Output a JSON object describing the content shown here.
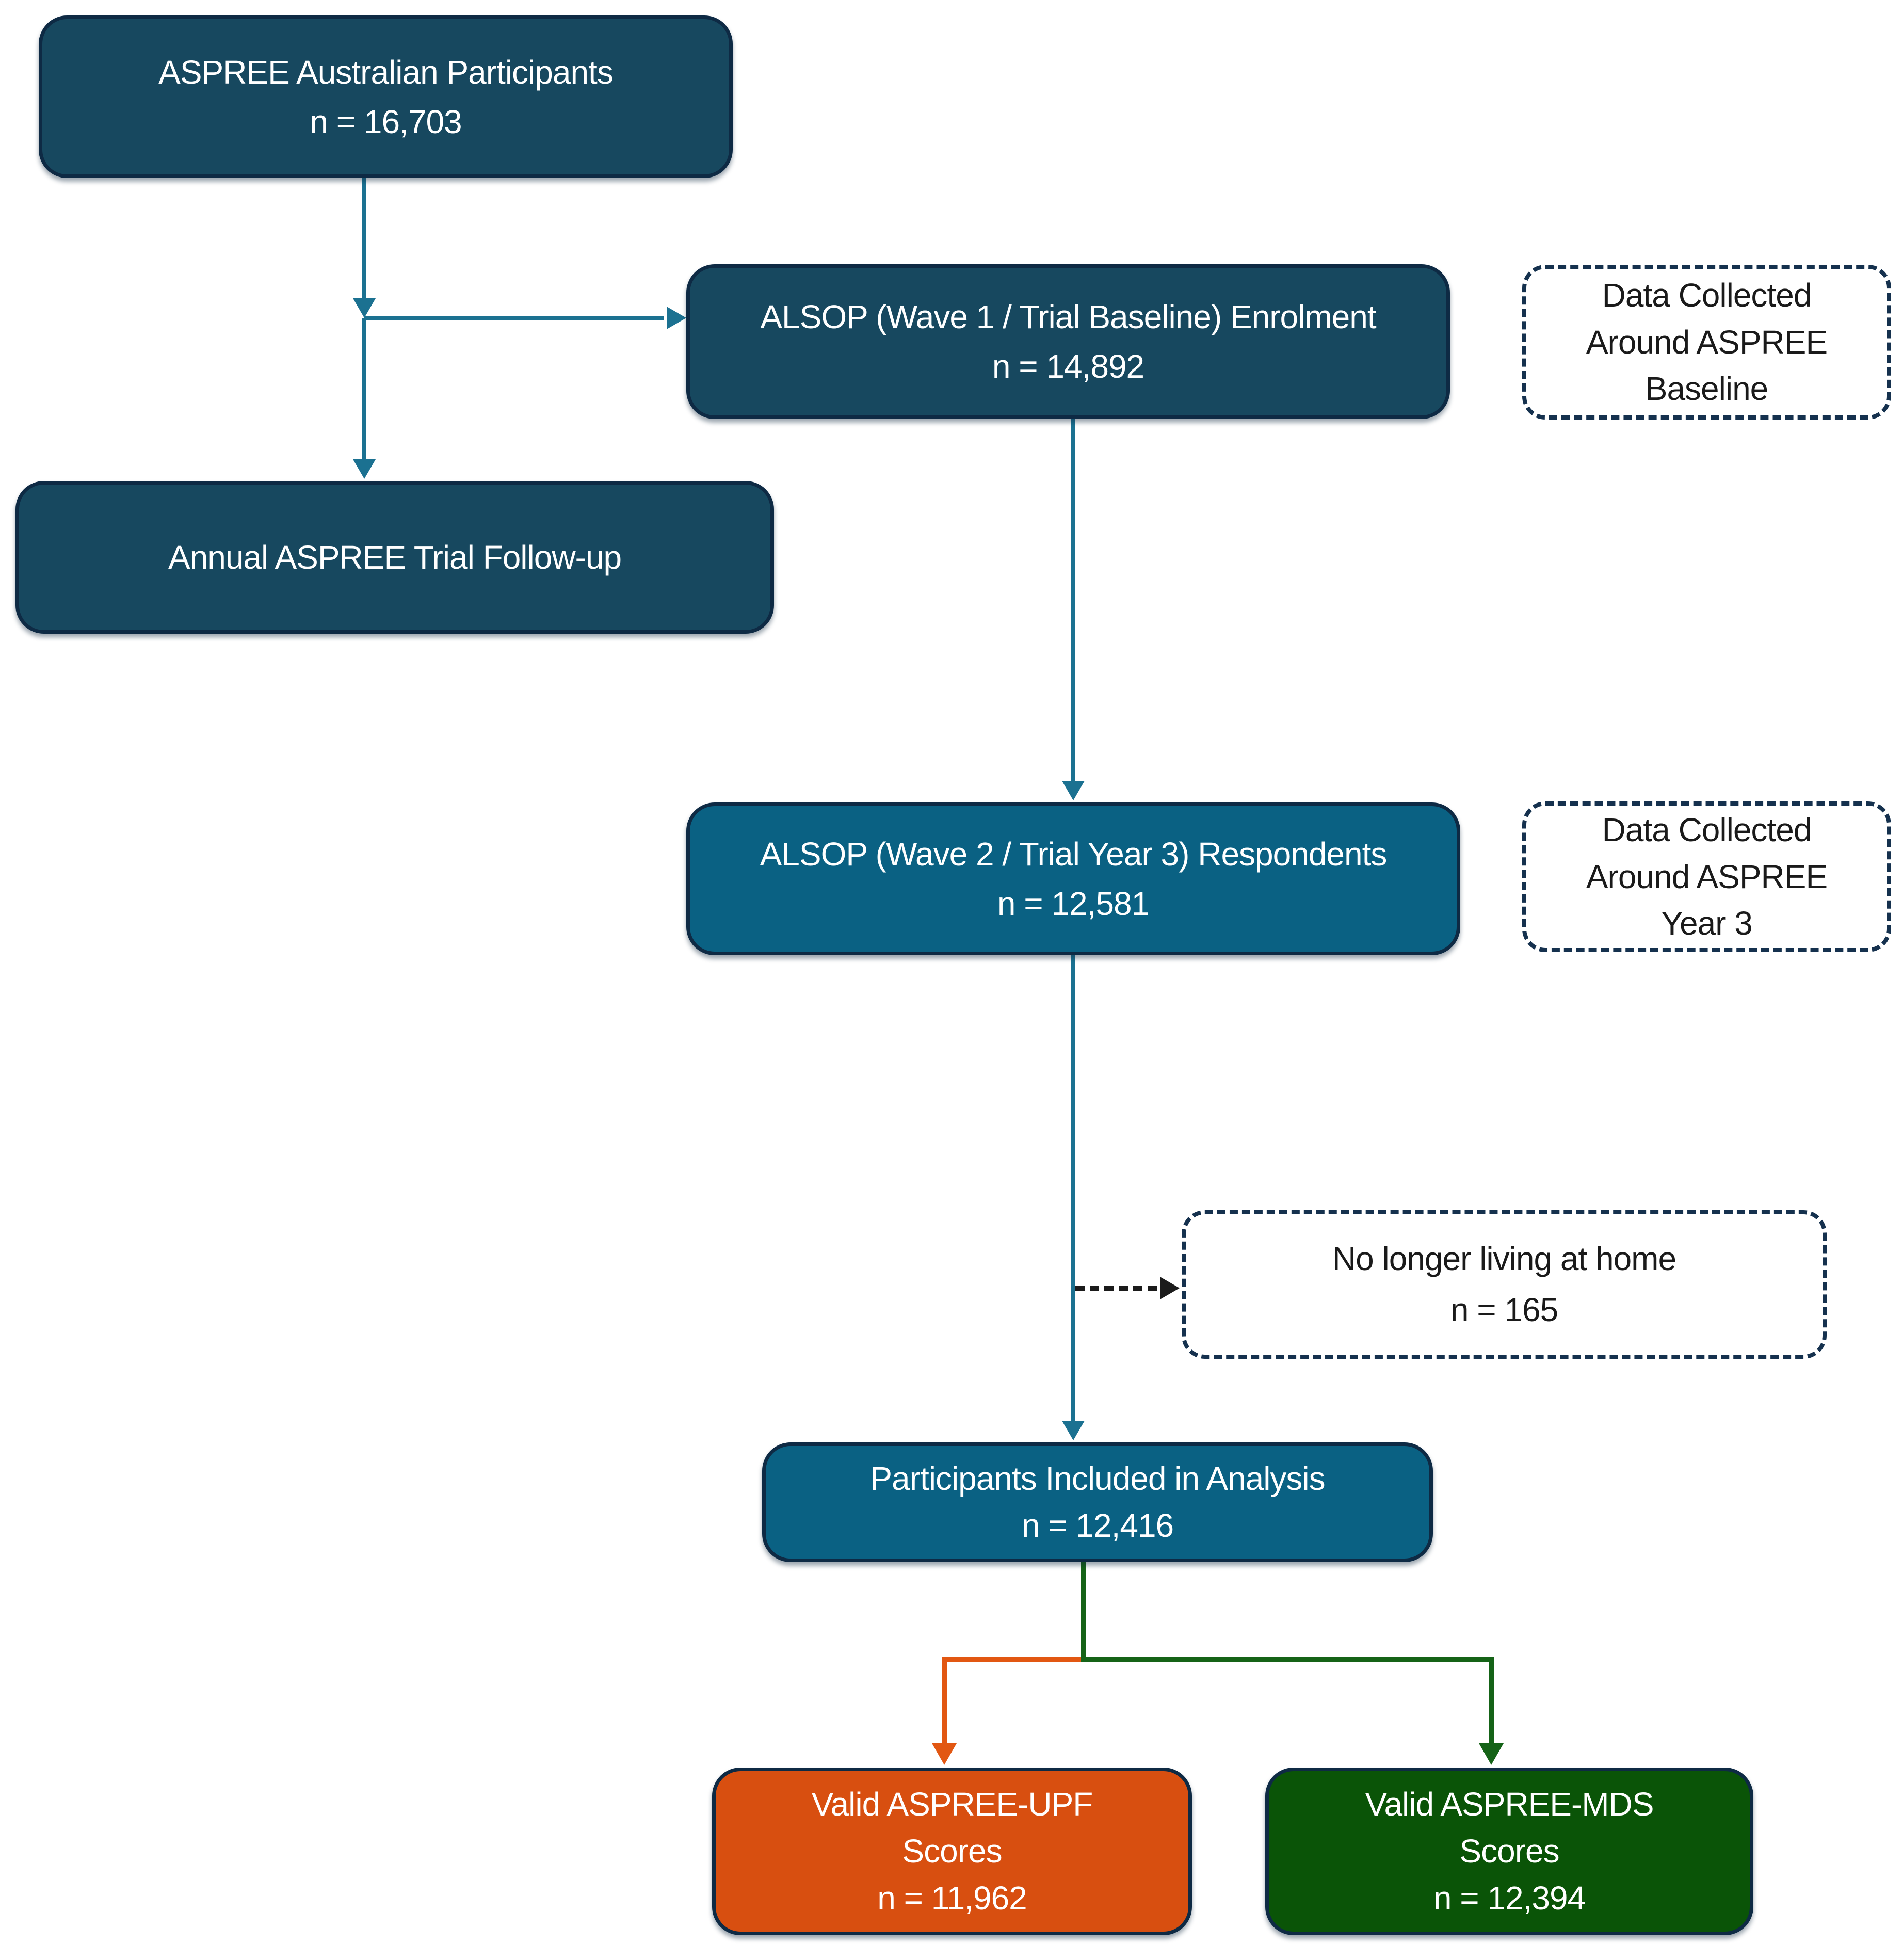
{
  "figure": {
    "description": "ASPREE / ALSOP participant flow diagram"
  },
  "boxes": {
    "aspree_participants": {
      "lines": [
        "ASPREE Australian Participants",
        "n = 16,703"
      ]
    },
    "alsop_wave1": {
      "lines": [
        "ALSOP (Wave 1 / Trial Baseline) Enrolment",
        "n = 14,892"
      ]
    },
    "baseline_note": {
      "lines": [
        "Data Collected",
        "Around ASPREE",
        "Baseline"
      ]
    },
    "annual_followup": {
      "lines": [
        "Annual ASPREE Trial Follow-up"
      ]
    },
    "alsop_wave2": {
      "lines": [
        "ALSOP (Wave 2 / Trial Year 3) Respondents",
        "n = 12,581"
      ]
    },
    "year3_note": {
      "lines": [
        "Data Collected",
        "Around ASPREE",
        "Year 3"
      ]
    },
    "excluded_home": {
      "lines": [
        "No longer living at home",
        "n = 165"
      ]
    },
    "included_analysis": {
      "lines": [
        "Participants Included in Analysis",
        "n = 12,416"
      ]
    },
    "upf_scores": {
      "lines": [
        "Valid ASPREE-UPF",
        "Scores",
        "n = 11,962"
      ]
    },
    "mds_scores": {
      "lines": [
        "Valid ASPREE-MDS",
        "Scores",
        "n = 12,394"
      ]
    }
  },
  "colors": {
    "dark_teal_fill": "#17485F",
    "medium_teal_fill": "#0A6183",
    "orange_fill": "#D84F10",
    "green_fill": "#0A5407",
    "navy_border": "#0E2A44",
    "dashed_note_border": "#15314E",
    "teal_connector": "#1B7191",
    "orange_connector": "#E25712",
    "green_connector": "#156317",
    "dashed_black_connector": "#1B1B1B"
  }
}
